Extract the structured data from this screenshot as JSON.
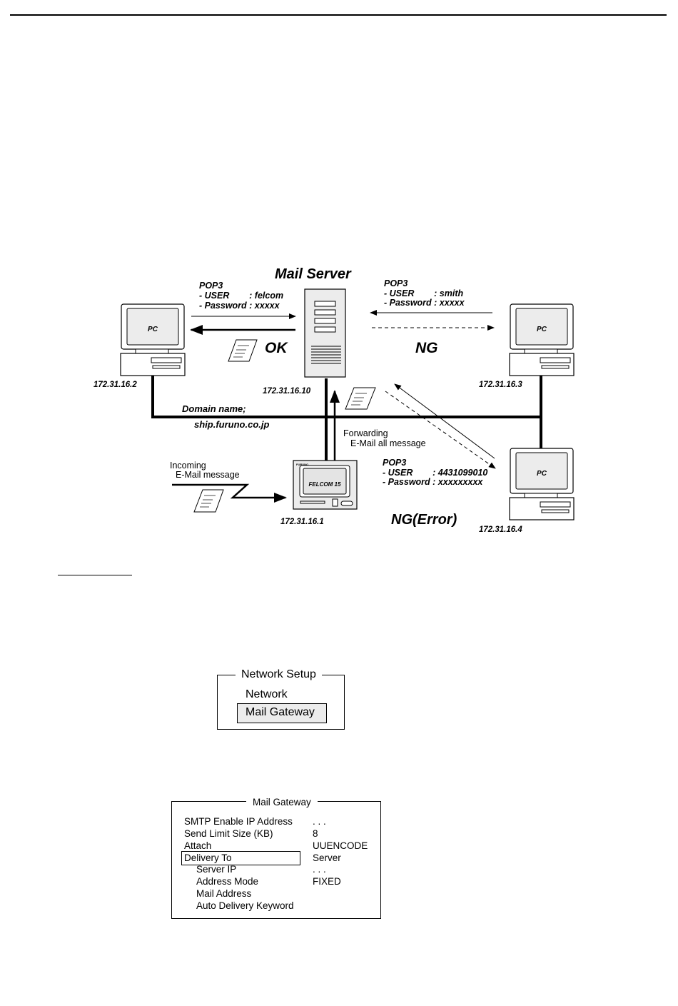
{
  "diagram": {
    "mail_server_title": "Mail Server",
    "pop3_left": {
      "line1": "POP3",
      "line2": "- USER        : felcom",
      "line3": "- Password : xxxxx"
    },
    "pop3_right": {
      "line1": "POP3",
      "line2": "- USER        : smith",
      "line3": "- Password : xxxxx"
    },
    "pop3_bottom": {
      "line1": "POP3",
      "line2": "- USER        : 4431099010",
      "line3": "- Password : xxxxxxxxx"
    },
    "status_ok": "OK",
    "status_ng": "NG",
    "status_ng_error": "NG(Error)",
    "pc_label": "PC",
    "ip_pc_left": "172.31.16.2",
    "ip_server": "172.31.16.10",
    "ip_pc_right": "172.31.16.3",
    "ip_felcom": "172.31.16.1",
    "ip_pc_bottom": "172.31.16.4",
    "domain_label": "Domain name;",
    "domain_value": "ship.furuno.co.jp",
    "forwarding_line1": "Forwarding",
    "forwarding_line2": "E-Mail all message",
    "incoming_line1": "Incoming",
    "incoming_line2": "E-Mail message",
    "felcom_label": "FELCOM 15",
    "felcom_brand": "FURUNO"
  },
  "network_setup": {
    "title": "Network Setup",
    "items": [
      "Network",
      "Mail Gateway"
    ],
    "selected_index": 1
  },
  "mail_gateway": {
    "title": "Mail Gateway",
    "rows": [
      {
        "label": "SMTP Enable IP Address",
        "value": ".   .   .",
        "indent": false
      },
      {
        "label": "Send Limit Size (KB)",
        "value": "8",
        "indent": false
      },
      {
        "label": "Attach",
        "value": "UUENCODE",
        "indent": false
      },
      {
        "label": "Delivery To",
        "value": "Server",
        "indent": false
      },
      {
        "label": "Server IP",
        "value": ".   .   .",
        "indent": true
      },
      {
        "label": "Address Mode",
        "value": "FIXED",
        "indent": true
      },
      {
        "label": "Mail Address",
        "value": "",
        "indent": true
      },
      {
        "label": "Auto Delivery Keyword",
        "value": "",
        "indent": true
      }
    ],
    "selected_index": 3
  }
}
